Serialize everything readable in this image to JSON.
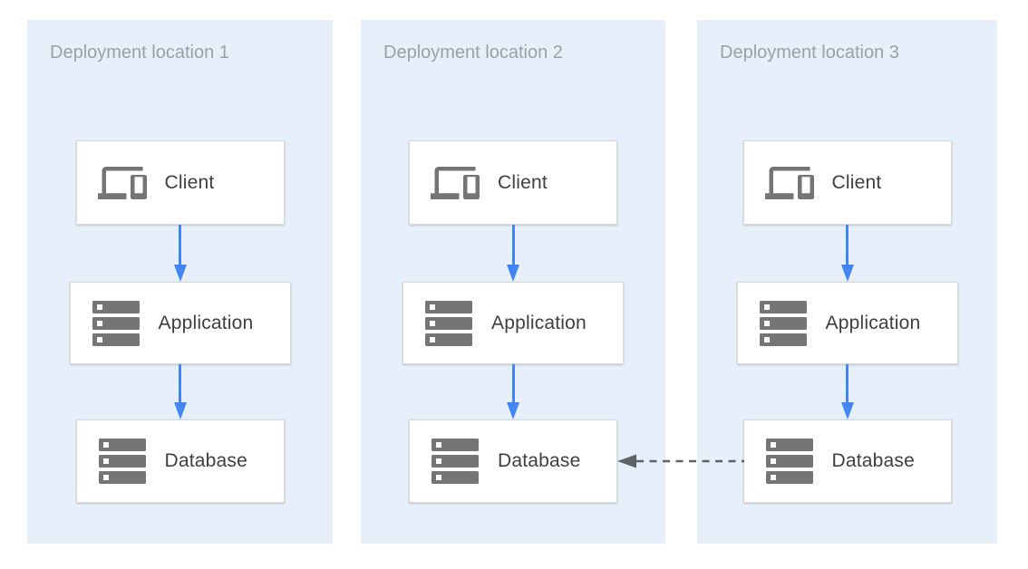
{
  "diagram": {
    "colors": {
      "page_bg": "#ffffff",
      "panel_bg": "#e7f0fa",
      "box_bg": "#ffffff",
      "box_border": "#d9d9d9",
      "label_text": "#3c4043",
      "title_text": "#9aa0a6",
      "icon": "#757575",
      "arrow": "#4285f4",
      "dashed_arrow": "#5f6368"
    },
    "panels": [
      {
        "title": "Deployment location 1",
        "nodes": [
          {
            "icon": "devices-icon",
            "label": "Client"
          },
          {
            "icon": "server-icon",
            "label": "Application"
          },
          {
            "icon": "server-icon",
            "label": "Database"
          }
        ]
      },
      {
        "title": "Deployment location 2",
        "nodes": [
          {
            "icon": "devices-icon",
            "label": "Client"
          },
          {
            "icon": "server-icon",
            "label": "Application"
          },
          {
            "icon": "server-icon",
            "label": "Database"
          }
        ]
      },
      {
        "title": "Deployment location 3",
        "nodes": [
          {
            "icon": "devices-icon",
            "label": "Client"
          },
          {
            "icon": "server-icon",
            "label": "Application"
          },
          {
            "icon": "server-icon",
            "label": "Database"
          }
        ]
      }
    ],
    "links": {
      "within_each_panel": [
        "Client to Application (solid blue arrow down)",
        "Application to Database (solid blue arrow down)"
      ],
      "cross_panel": "Database in Deployment location 3 to Database in Deployment location 2 (dashed gray arrow pointing left)"
    }
  }
}
